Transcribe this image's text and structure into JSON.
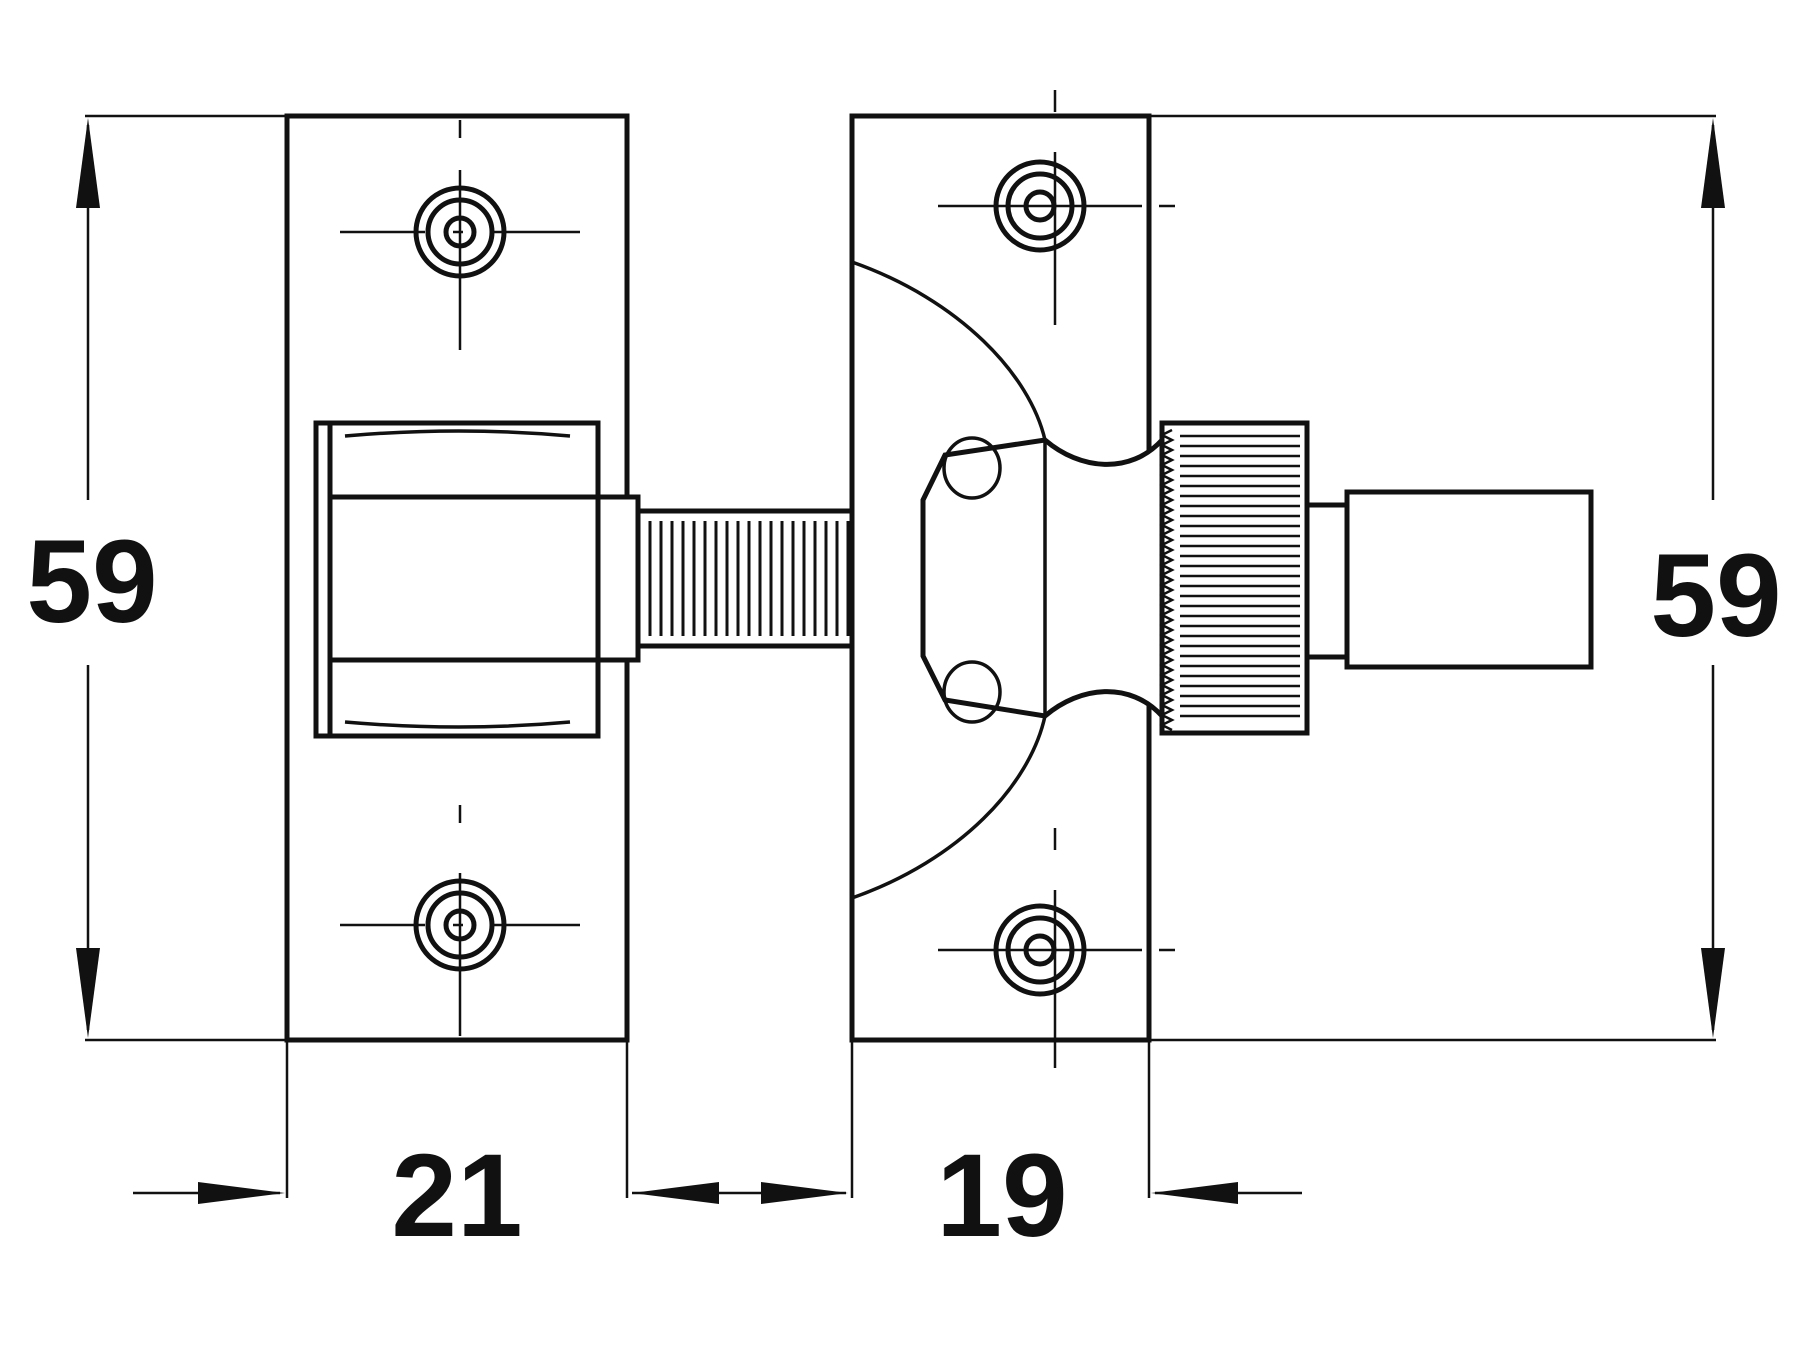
{
  "dimensions": {
    "height_left": "59",
    "height_right": "59",
    "width_keep": "21",
    "width_bolt": "19"
  },
  "colors": {
    "line": "#111111",
    "background": "#ffffff"
  }
}
